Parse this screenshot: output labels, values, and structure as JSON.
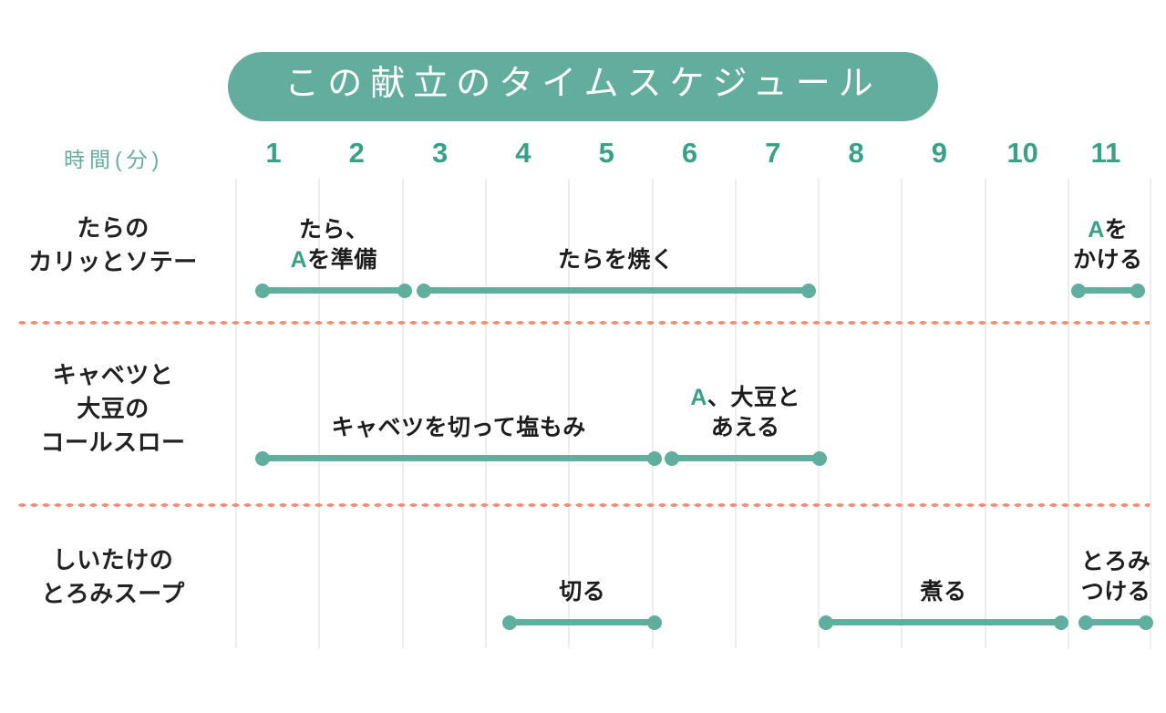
{
  "title": "この献立のタイムスケジュール",
  "axis": {
    "label": "時間(分)",
    "ticks": [
      "1",
      "2",
      "3",
      "4",
      "5",
      "6",
      "7",
      "8",
      "9",
      "10",
      "11"
    ]
  },
  "colors": {
    "accent_teal": "#63ad9f",
    "bar_teal": "#5fae9e",
    "tick_teal": "#3aa189",
    "separator_salmon": "#f08d72",
    "gridline": "#eceeee",
    "text_dark": "#1d1d1d"
  },
  "rows": [
    {
      "name": "tara-saute",
      "label_lines": [
        "たらの",
        "カリッとソテー"
      ],
      "tasks": [
        {
          "name": "prepare-cod-and-a",
          "text_pre": "たら、\n",
          "text_accent": "A",
          "text_post": "を準備",
          "start": 0.85,
          "end": 2.6
        },
        {
          "name": "grill-cod",
          "text_pre": "たらを焼く",
          "text_accent": "",
          "text_post": "",
          "start": 2.78,
          "end": 7.45
        },
        {
          "name": "pour-a",
          "text_pre": "",
          "text_accent": "A",
          "text_post": "を\nかける",
          "start": 10.65,
          "end": 11.4
        }
      ]
    },
    {
      "name": "cabbage-soy-coleslaw",
      "label_lines": [
        "キャベツと",
        "大豆の",
        "コールスロー"
      ],
      "tasks": [
        {
          "name": "cut-cabbage-and-salt",
          "text_pre": "キャベツを切って塩もみ",
          "text_accent": "",
          "text_post": "",
          "start": 0.85,
          "end": 5.6
        },
        {
          "name": "mix-a-with-soybeans",
          "text_pre": "",
          "text_accent": "A",
          "text_post": "、大豆と\nあえる",
          "start": 5.76,
          "end": 7.58
        }
      ]
    },
    {
      "name": "shiitake-thick-soup",
      "label_lines": [
        "しいたけの",
        "とろみスープ"
      ],
      "tasks": [
        {
          "name": "cut",
          "text_pre": "切る",
          "text_accent": "",
          "text_post": "",
          "start": 3.82,
          "end": 5.6
        },
        {
          "name": "simmer",
          "text_pre": "煮る",
          "text_accent": "",
          "text_post": "",
          "start": 7.62,
          "end": 10.48
        },
        {
          "name": "thicken",
          "text_pre": "とろみ\nつける",
          "text_accent": "",
          "text_post": "",
          "start": 10.74,
          "end": 11.5
        }
      ]
    }
  ],
  "chart_data": {
    "type": "bar",
    "title": "この献立のタイムスケジュール",
    "xlabel": "時間(分)",
    "ylabel": "",
    "xlim": [
      0,
      11.6
    ],
    "grid": true,
    "legend": "none",
    "orientation": "horizontal-gantt",
    "categories": [
      "たらのカリッとソテー",
      "キャベツと大豆のコールスロー",
      "しいたけのとろみスープ"
    ],
    "series": [
      {
        "name": "たらのカリッとソテー",
        "tasks": [
          {
            "label": "たら、Aを準備",
            "start": 0.85,
            "end": 2.6,
            "duration": 1.75
          },
          {
            "label": "たらを焼く",
            "start": 2.78,
            "end": 7.45,
            "duration": 4.67
          },
          {
            "label": "Aをかける",
            "start": 10.65,
            "end": 11.4,
            "duration": 0.75
          }
        ]
      },
      {
        "name": "キャベツと大豆のコールスロー",
        "tasks": [
          {
            "label": "キャベツを切って塩もみ",
            "start": 0.85,
            "end": 5.6,
            "duration": 4.75
          },
          {
            "label": "A、大豆とあえる",
            "start": 5.76,
            "end": 7.58,
            "duration": 1.82
          }
        ]
      },
      {
        "name": "しいたけのとろみスープ",
        "tasks": [
          {
            "label": "切る",
            "start": 3.82,
            "end": 5.6,
            "duration": 1.78
          },
          {
            "label": "煮る",
            "start": 7.62,
            "end": 10.48,
            "duration": 2.86
          },
          {
            "label": "とろみつける",
            "start": 10.74,
            "end": 11.5,
            "duration": 0.76
          }
        ]
      }
    ],
    "tick_labels": [
      "1",
      "2",
      "3",
      "4",
      "5",
      "6",
      "7",
      "8",
      "9",
      "10",
      "11"
    ]
  }
}
